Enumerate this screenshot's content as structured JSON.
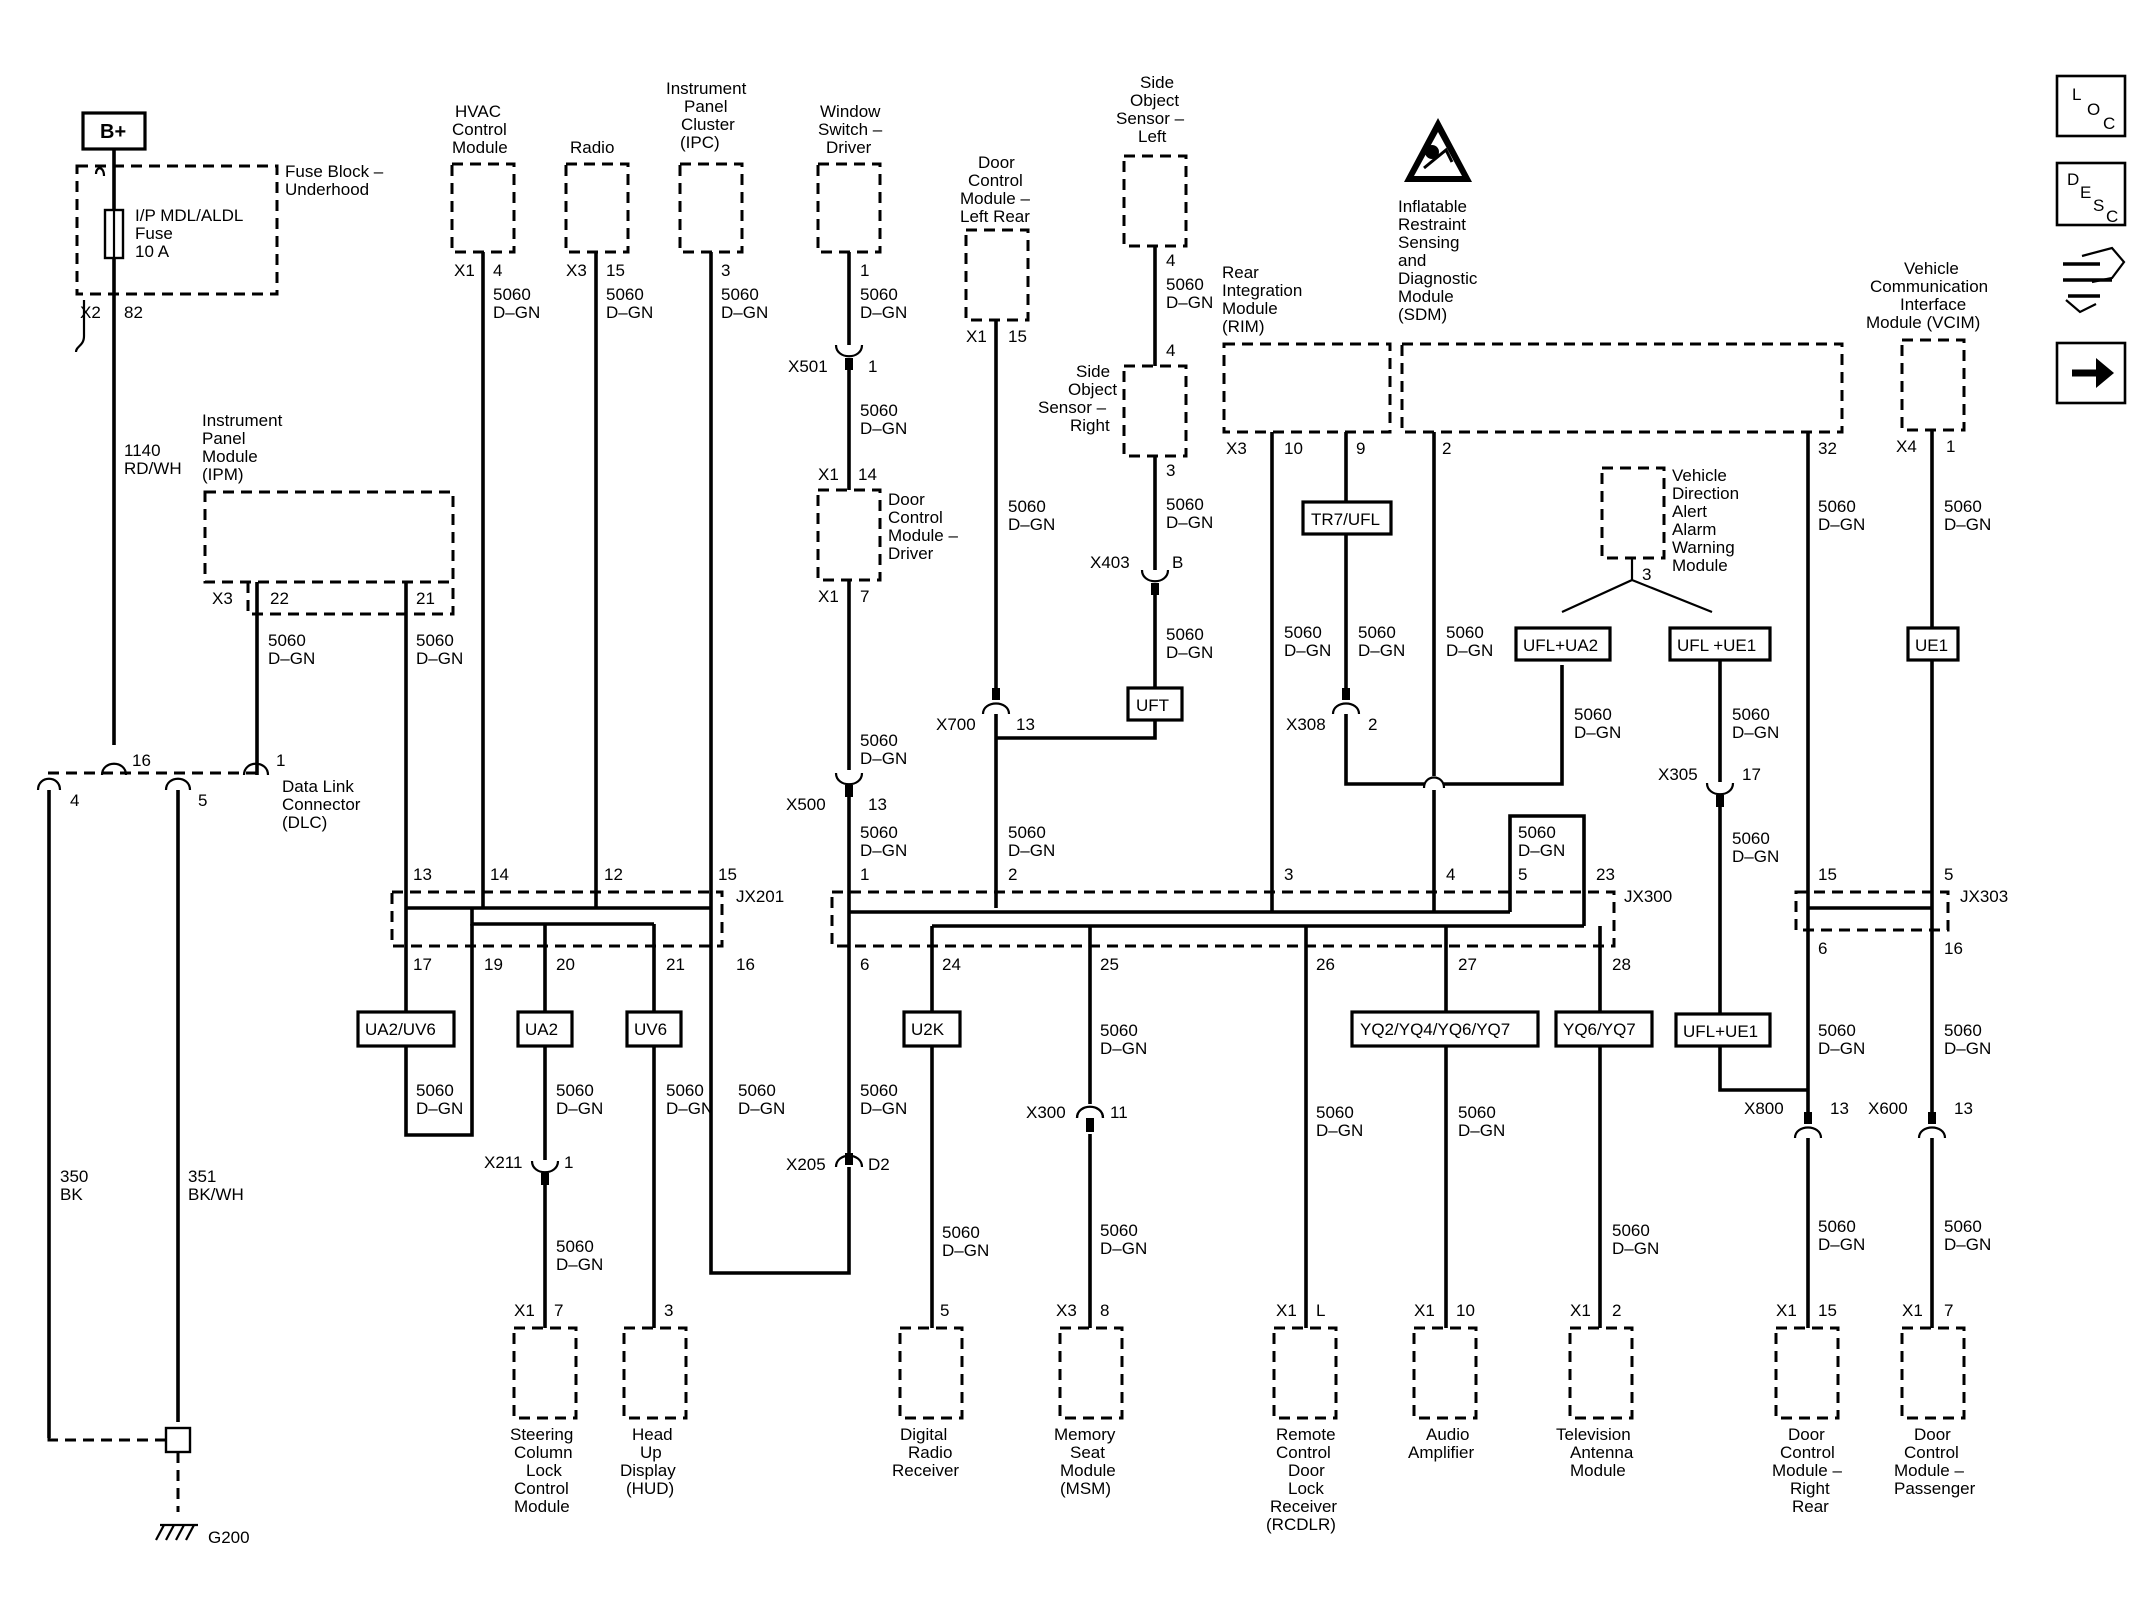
{
  "icons": [
    {
      "name": "loc-icon",
      "letters": [
        "L",
        "O",
        "C"
      ]
    },
    {
      "name": "desc-icon",
      "letters": [
        "D",
        "E",
        "S",
        "C"
      ]
    },
    {
      "name": "schematic-symbol-icon"
    },
    {
      "name": "next-arrow-icon"
    }
  ],
  "warning_icon": "airbag-caution-icon",
  "power": {
    "label": "B+"
  },
  "components": [
    {
      "id": "fuse_block",
      "lines": [
        "Fuse Block –",
        "Underhood"
      ]
    },
    {
      "id": "fuse",
      "lines": [
        "I/P MDL/ALDL",
        "Fuse",
        "10 A"
      ]
    },
    {
      "id": "ipm",
      "lines": [
        "Instrument",
        "Panel",
        "Module",
        "(IPM)"
      ]
    },
    {
      "id": "hvac",
      "lines": [
        "HVAC",
        "Control",
        "Module"
      ]
    },
    {
      "id": "radio",
      "lines": [
        "Radio"
      ]
    },
    {
      "id": "ipc",
      "lines": [
        "Instrument",
        "Panel",
        "Cluster",
        "(IPC)"
      ]
    },
    {
      "id": "window_switch",
      "lines": [
        "Window",
        "Switch –",
        "Driver"
      ]
    },
    {
      "id": "door_lr",
      "lines": [
        "Door",
        "Control",
        "Module –",
        "Left Rear"
      ]
    },
    {
      "id": "side_left",
      "lines": [
        "Side",
        "Object",
        "Sensor –",
        "Left"
      ]
    },
    {
      "id": "side_right",
      "lines": [
        "Side",
        "Object",
        "Sensor –",
        "Right"
      ]
    },
    {
      "id": "rim",
      "lines": [
        "Rear",
        "Integration",
        "Module",
        "(RIM)"
      ]
    },
    {
      "id": "sdm",
      "lines": [
        "Inflatable",
        "Restraint",
        "Sensing",
        "and",
        "Diagnostic",
        "Module",
        "(SDM)"
      ]
    },
    {
      "id": "vcim",
      "lines": [
        "Vehicle",
        "Communication",
        "Interface",
        "Module (VCIM)"
      ]
    },
    {
      "id": "door_driver",
      "lines": [
        "Door",
        "Control",
        "Module –",
        "Driver"
      ]
    },
    {
      "id": "vdaawm",
      "lines": [
        "Vehicle",
        "Direction",
        "Alert",
        "Alarm",
        "Warning",
        "Module"
      ]
    },
    {
      "id": "dlc",
      "lines": [
        "Data Link",
        "Connector",
        "(DLC)"
      ]
    },
    {
      "id": "sclcm",
      "lines": [
        "Steering",
        "Column",
        "Lock",
        "Control",
        "Module"
      ]
    },
    {
      "id": "hud",
      "lines": [
        "Head",
        "Up",
        "Display",
        "(HUD)"
      ]
    },
    {
      "id": "drr",
      "lines": [
        "Digital",
        "Radio",
        "Receiver"
      ]
    },
    {
      "id": "msm",
      "lines": [
        "Memory",
        "Seat",
        "Module",
        "(MSM)"
      ]
    },
    {
      "id": "rcdlr",
      "lines": [
        "Remote",
        "Control",
        "Door",
        "Lock",
        "Receiver",
        "(RCDLR)"
      ]
    },
    {
      "id": "amp",
      "lines": [
        "Audio",
        "Amplifier"
      ]
    },
    {
      "id": "tv",
      "lines": [
        "Television",
        "Antenna",
        "Module"
      ]
    },
    {
      "id": "door_rr",
      "lines": [
        "Door",
        "Control",
        "Module –",
        "Right",
        "Rear"
      ]
    },
    {
      "id": "door_pass",
      "lines": [
        "Door",
        "Control",
        "Module –",
        "Passenger"
      ]
    }
  ],
  "wires": [
    {
      "id": "w1140",
      "lines": [
        "1140",
        "RD/WH"
      ]
    },
    {
      "id": "w350",
      "lines": [
        "350",
        "BK"
      ]
    },
    {
      "id": "w351",
      "lines": [
        "351",
        "BK/WH"
      ]
    },
    {
      "id": "w_ipm22",
      "lines": [
        "5060",
        "D–GN"
      ]
    },
    {
      "id": "w_ipm21",
      "lines": [
        "5060",
        "D–GN"
      ]
    },
    {
      "id": "w_hvac",
      "lines": [
        "5060",
        "D–GN"
      ]
    },
    {
      "id": "w_radio",
      "lines": [
        "5060",
        "D–GN"
      ]
    },
    {
      "id": "w_ipc",
      "lines": [
        "5060",
        "D–GN"
      ]
    },
    {
      "id": "w_win1",
      "lines": [
        "5060",
        "D–GN"
      ]
    },
    {
      "id": "w_win2",
      "lines": [
        "5060",
        "D–GN"
      ]
    },
    {
      "id": "w_dd7",
      "lines": [
        "5060",
        "D–GN"
      ]
    },
    {
      "id": "w_x500",
      "lines": [
        "5060",
        "D–GN"
      ]
    },
    {
      "id": "w_dlr",
      "lines": [
        "5060",
        "D–GN"
      ]
    },
    {
      "id": "w_x700",
      "lines": [
        "5060",
        "D–GN"
      ]
    },
    {
      "id": "w_sol",
      "lines": [
        "5060",
        "D–GN"
      ]
    },
    {
      "id": "w_sor",
      "lines": [
        "5060",
        "D–GN"
      ]
    },
    {
      "id": "w_x403",
      "lines": [
        "5060",
        "D–GN"
      ]
    },
    {
      "id": "w_rim10",
      "lines": [
        "5060",
        "D–GN"
      ]
    },
    {
      "id": "w_rim9",
      "lines": [
        "5060",
        "D–GN"
      ]
    },
    {
      "id": "w_sdm2",
      "lines": [
        "5060",
        "D–GN"
      ]
    },
    {
      "id": "w_ua2",
      "lines": [
        "5060",
        "D–GN"
      ]
    },
    {
      "id": "w_jx300_5",
      "lines": [
        "5060",
        "D–GN"
      ]
    },
    {
      "id": "w_sdm32",
      "lines": [
        "5060",
        "D–GN"
      ]
    },
    {
      "id": "w_ue1",
      "lines": [
        "5060",
        "D–GN"
      ]
    },
    {
      "id": "w_x305",
      "lines": [
        "5060",
        "D–GN"
      ]
    },
    {
      "id": "w_vcim",
      "lines": [
        "5060",
        "D–GN"
      ]
    },
    {
      "id": "w_jx201_19",
      "lines": [
        "5060",
        "D–GN"
      ]
    },
    {
      "id": "w_jx201_20",
      "lines": [
        "5060",
        "D–GN"
      ]
    },
    {
      "id": "w_x211",
      "lines": [
        "5060",
        "D–GN"
      ]
    },
    {
      "id": "w_jx201_21",
      "lines": [
        "5060",
        "D–GN"
      ]
    },
    {
      "id": "w_jx201_16",
      "lines": [
        "5060",
        "D–GN"
      ]
    },
    {
      "id": "w_jx300_6",
      "lines": [
        "5060",
        "D–GN"
      ]
    },
    {
      "id": "w_drr",
      "lines": [
        "5060",
        "D–GN"
      ]
    },
    {
      "id": "w_msm1",
      "lines": [
        "5060",
        "D–GN"
      ]
    },
    {
      "id": "w_msm2",
      "lines": [
        "5060",
        "D–GN"
      ]
    },
    {
      "id": "w_rcdlr",
      "lines": [
        "5060",
        "D–GN"
      ]
    },
    {
      "id": "w_amp",
      "lines": [
        "5060",
        "D–GN"
      ]
    },
    {
      "id": "w_tv",
      "lines": [
        "5060",
        "D–GN"
      ]
    },
    {
      "id": "w_jx303_6",
      "lines": [
        "5060",
        "D–GN"
      ]
    },
    {
      "id": "w_rr",
      "lines": [
        "5060",
        "D–GN"
      ]
    },
    {
      "id": "w_jx303_16",
      "lines": [
        "5060",
        "D–GN"
      ]
    },
    {
      "id": "w_pass",
      "lines": [
        "5060",
        "D–GN"
      ]
    }
  ],
  "connectors": [
    {
      "id": "X2",
      "label": "X2"
    },
    {
      "id": "X1_hvac",
      "label": "X1"
    },
    {
      "id": "X3_radio",
      "label": "X3"
    },
    {
      "id": "X501",
      "label": "X501"
    },
    {
      "id": "X1_dd14",
      "label": "X1"
    },
    {
      "id": "X1_dd7",
      "label": "X1"
    },
    {
      "id": "X500",
      "label": "X500"
    },
    {
      "id": "X1_dlr",
      "label": "X1"
    },
    {
      "id": "X700",
      "label": "X700"
    },
    {
      "id": "X403",
      "label": "X403"
    },
    {
      "id": "X3_rim",
      "label": "X3"
    },
    {
      "id": "X308",
      "label": "X308"
    },
    {
      "id": "X305",
      "label": "X305"
    },
    {
      "id": "X4",
      "label": "X4"
    },
    {
      "id": "X3_ipm",
      "label": "X3"
    },
    {
      "id": "JX201",
      "label": "JX201"
    },
    {
      "id": "JX300",
      "label": "JX300"
    },
    {
      "id": "JX303",
      "label": "JX303"
    },
    {
      "id": "X211",
      "label": "X211"
    },
    {
      "id": "X205",
      "label": "X205"
    },
    {
      "id": "X300",
      "label": "X300"
    },
    {
      "id": "X800",
      "label": "X800"
    },
    {
      "id": "X600",
      "label": "X600"
    },
    {
      "id": "X1_sclcm",
      "label": "X1"
    },
    {
      "id": "X1_rcdlr",
      "label": "X1"
    },
    {
      "id": "X3_msm",
      "label": "X3"
    },
    {
      "id": "X1_amp",
      "label": "X1"
    },
    {
      "id": "X1_tv",
      "label": "X1"
    },
    {
      "id": "X1_rr",
      "label": "X1"
    },
    {
      "id": "X1_pass",
      "label": "X1"
    },
    {
      "id": "G200",
      "label": "G200"
    }
  ],
  "pins": [
    "82",
    "4",
    "15",
    "3",
    "1",
    "1",
    "14",
    "7",
    "13",
    "15",
    "13",
    "4",
    "4",
    "3",
    "B",
    "10",
    "9",
    "2",
    "2",
    "32",
    "1",
    "17",
    "3",
    "22",
    "21",
    "16",
    "1",
    "4",
    "5",
    "13",
    "14",
    "12",
    "15",
    "17",
    "19",
    "20",
    "21",
    "16",
    "1",
    "2",
    "3",
    "4",
    "5",
    "23",
    "6",
    "24",
    "25",
    "26",
    "27",
    "28",
    "15",
    "5",
    "6",
    "16",
    "1",
    "D2",
    "11",
    "13",
    "13",
    "7",
    "3",
    "5",
    "8",
    "L",
    "10",
    "2",
    "15",
    "7"
  ],
  "options": [
    {
      "id": "TR7UFL",
      "label": "TR7/UFL"
    },
    {
      "id": "UFT",
      "label": "UFT"
    },
    {
      "id": "UFLUA2",
      "label": "UFL+UA2"
    },
    {
      "id": "UFLUE1a",
      "label": "UFL +UE1"
    },
    {
      "id": "UE1",
      "label": "UE1"
    },
    {
      "id": "UA2UV6",
      "label": "UA2/UV6"
    },
    {
      "id": "UA2",
      "label": "UA2"
    },
    {
      "id": "UV6",
      "label": "UV6"
    },
    {
      "id": "U2K",
      "label": "U2K"
    },
    {
      "id": "YQ",
      "label": "YQ2/YQ4/YQ6/YQ7"
    },
    {
      "id": "YQ67",
      "label": "YQ6/YQ7"
    },
    {
      "id": "UFLUE1b",
      "label": "UFL+UE1"
    }
  ]
}
